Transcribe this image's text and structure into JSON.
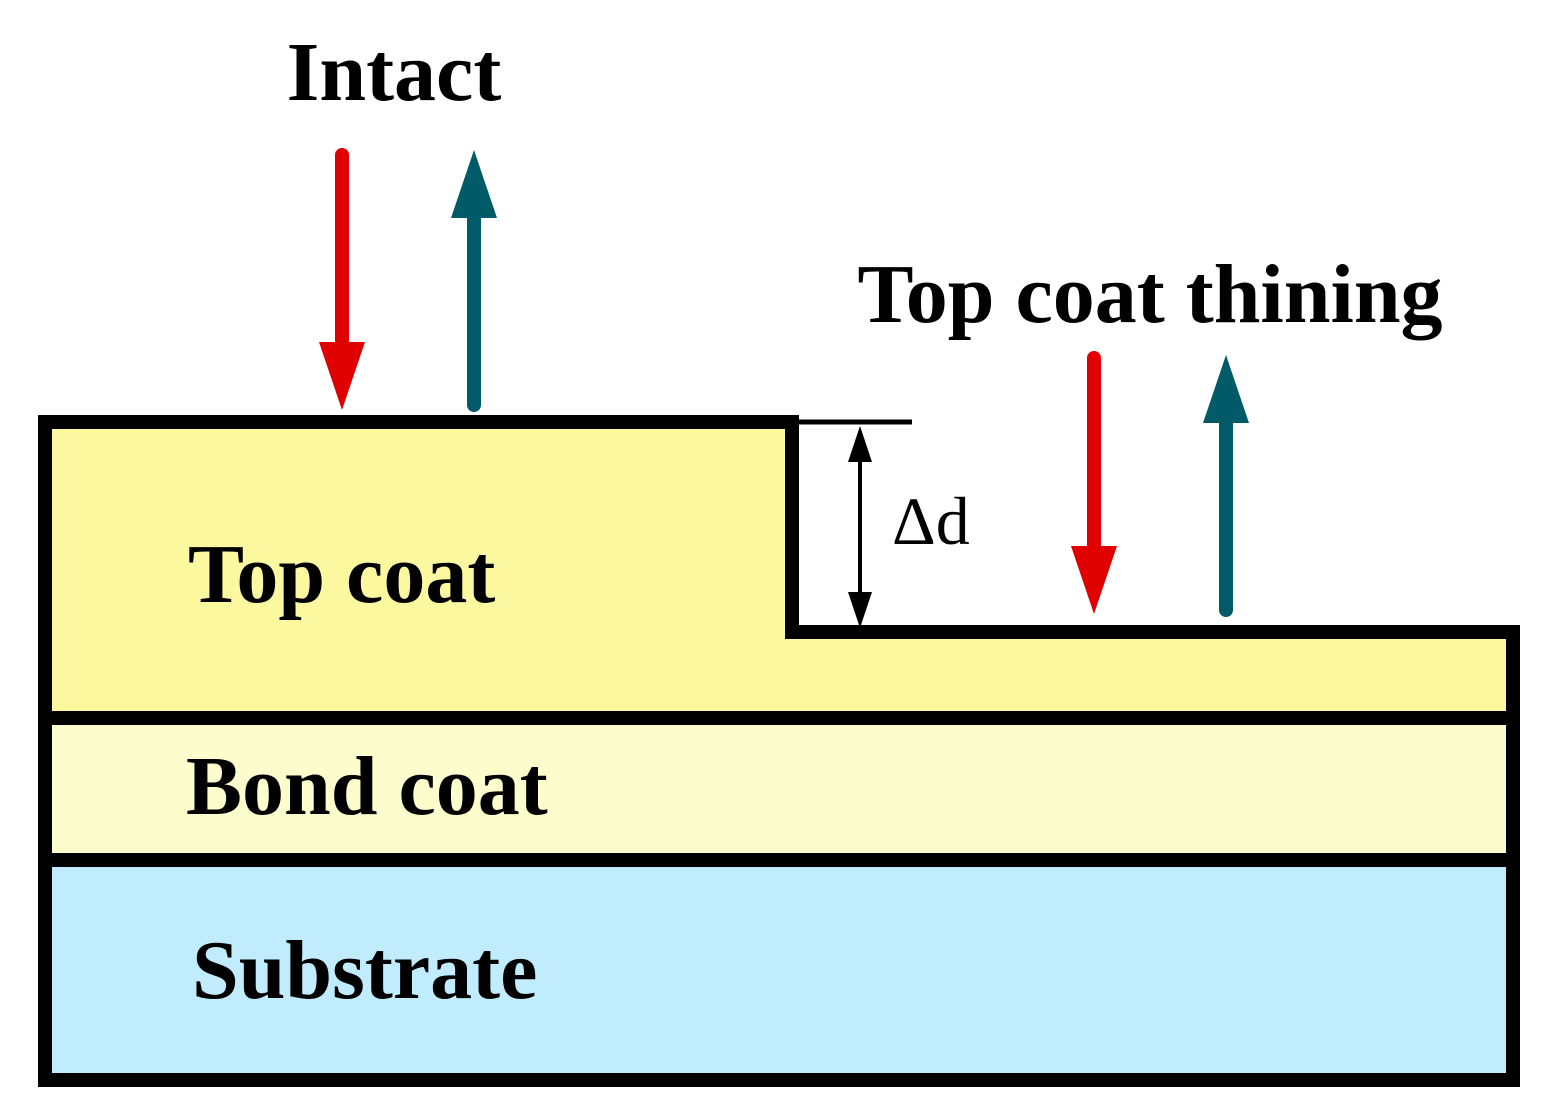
{
  "diagram": {
    "labels": {
      "intact": "Intact",
      "top_coat_thinning": "Top coat thining",
      "top_coat": "Top coat",
      "bond_coat": "Bond coat",
      "substrate": "Substrate",
      "delta_d": "Δd"
    },
    "colors": {
      "top_coat_fill": "#fbf8a0",
      "bond_coat_fill": "#fdfccd",
      "substrate_fill": "#c0ecfd",
      "incident_arrow": "#e00000",
      "reflected_arrow": "#005a68",
      "outline": "#000000"
    }
  }
}
